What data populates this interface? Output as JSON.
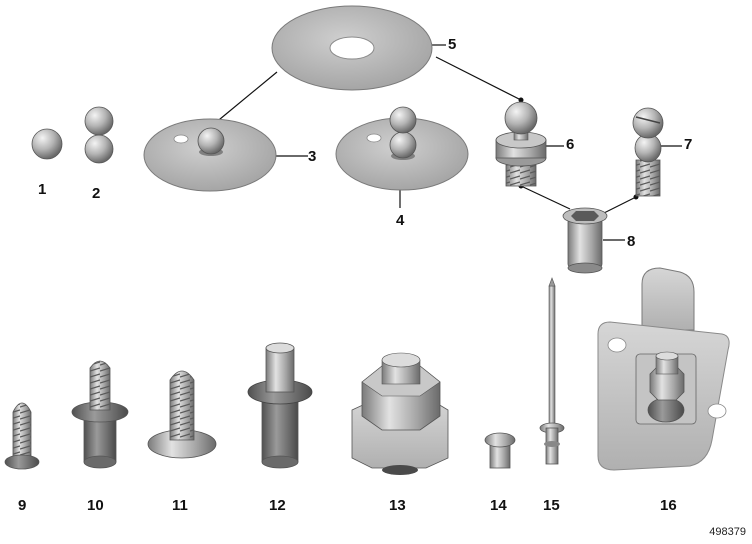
{
  "parts": [
    {
      "id": "part-1",
      "number": "1"
    },
    {
      "id": "part-2",
      "number": "2"
    },
    {
      "id": "part-3",
      "number": "3"
    },
    {
      "id": "part-4",
      "number": "4"
    },
    {
      "id": "part-5",
      "number": "5"
    },
    {
      "id": "part-6",
      "number": "6"
    },
    {
      "id": "part-7",
      "number": "7"
    },
    {
      "id": "part-8",
      "number": "8"
    },
    {
      "id": "part-9",
      "number": "9"
    },
    {
      "id": "part-10",
      "number": "10"
    },
    {
      "id": "part-11",
      "number": "11"
    },
    {
      "id": "part-12",
      "number": "12"
    },
    {
      "id": "part-13",
      "number": "13"
    },
    {
      "id": "part-14",
      "number": "14"
    },
    {
      "id": "part-15",
      "number": "15"
    },
    {
      "id": "part-16",
      "number": "16"
    }
  ],
  "diagram_ref": "498379",
  "colors": {
    "metal_light": "#d2d2d2",
    "metal_mid": "#a8a8a8",
    "metal_dark": "#6e6e6e",
    "outline": "#3a3a3a",
    "leader": "#111111"
  }
}
